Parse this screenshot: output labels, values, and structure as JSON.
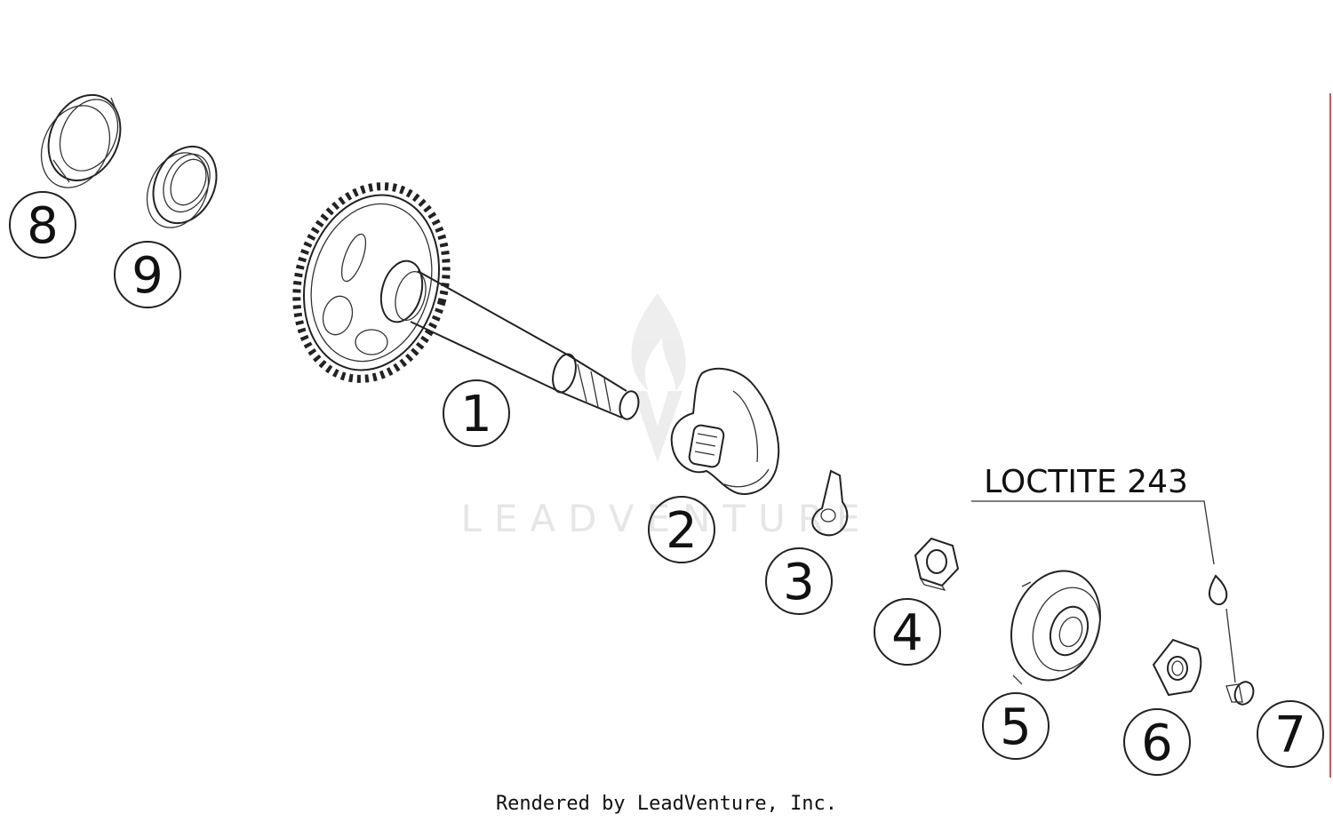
{
  "watermark": {
    "text": "LEADVENTURE"
  },
  "callouts": [
    {
      "id": "callout-1",
      "label": "1"
    },
    {
      "id": "callout-2",
      "label": "2"
    },
    {
      "id": "callout-3",
      "label": "3"
    },
    {
      "id": "callout-4",
      "label": "4"
    },
    {
      "id": "callout-5",
      "label": "5"
    },
    {
      "id": "callout-6",
      "label": "6"
    },
    {
      "id": "callout-7",
      "label": "7"
    },
    {
      "id": "callout-8",
      "label": "8"
    },
    {
      "id": "callout-9",
      "label": "9"
    }
  ],
  "note": {
    "loctite": "LOCTITE 243"
  },
  "footer": {
    "credit": "Rendered by LeadVenture, Inc."
  },
  "colors": {
    "line": "#222222",
    "watermark": "#e6e6e6",
    "accent_edge": "#d9534f"
  }
}
